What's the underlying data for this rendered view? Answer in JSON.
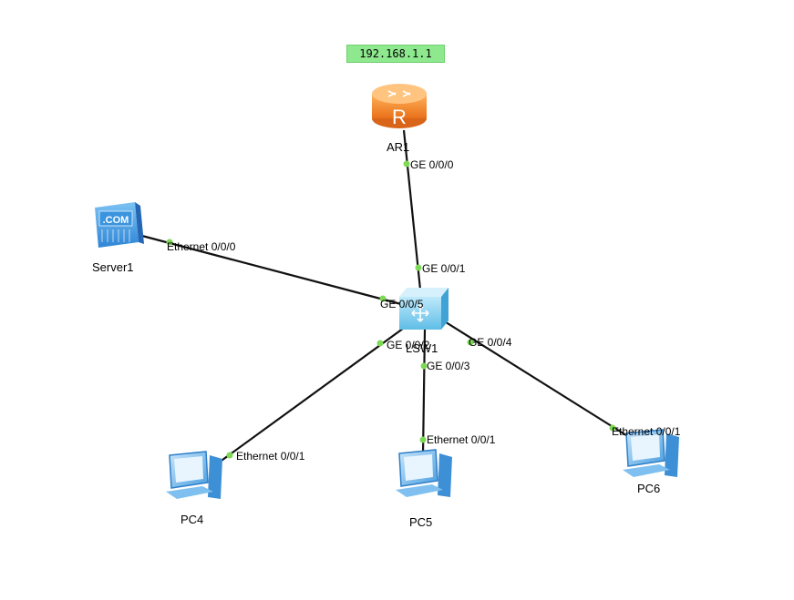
{
  "ip_note": "192.168.1.1",
  "devices": {
    "router": "AR1",
    "server": "Server1",
    "switch": "LSW1",
    "pc4": "PC4",
    "pc5": "PC5",
    "pc6": "PC6"
  },
  "server_icon_text": ".COM",
  "ports": {
    "ar1_ge000": "GE 0/0/0",
    "lsw1_ge001": "GE 0/0/1",
    "server1_eth000": "Ethernet 0/0/0",
    "lsw1_ge005": "GE 0/0/5",
    "lsw1_ge002": "GE 0/0/2",
    "lsw1_ge003": "GE 0/0/3",
    "lsw1_ge004": "GE 0/0/4",
    "pc4_eth001": "Ethernet 0/0/1",
    "pc5_eth001": "Ethernet 0/0/1",
    "pc6_eth001": "Ethernet 0/0/1"
  },
  "colors": {
    "link": "#111111",
    "port_dot": "#7ed957",
    "ip_note_bg": "#8ee88e",
    "router": "#f08a24",
    "switch": "#8fd4f0",
    "pc": "#6fb4ec",
    "server": "#4aa3e6"
  }
}
